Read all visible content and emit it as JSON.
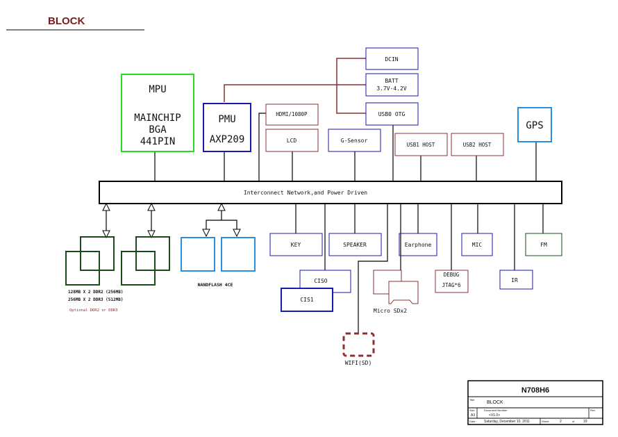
{
  "page_title": "BLOCK",
  "blocks": {
    "mpu": {
      "line1": "MPU",
      "line2": "MAINCHIP",
      "line3": "BGA",
      "line4": "441PIN"
    },
    "pmu": {
      "line1": "PMU",
      "line2": "AXP209"
    },
    "bus": "Interconnect Network,and Power Driven",
    "dcin": "DCIN",
    "batt": {
      "line1": "BATT",
      "line2": "3.7V-4.2V"
    },
    "usb0_otg": "USB0 OTG",
    "hdmi": "HDMI/1080P",
    "lcd": "LCD",
    "gsensor": "G-Sensor",
    "usb1_host": "USB1 HOST",
    "usb2_host": "USB2 HOST",
    "gps": "GPS",
    "key": "KEY",
    "speaker": "SPEAKER",
    "earphone": "Earphone",
    "mic": "MIC",
    "fm": "FM",
    "ciso": "CISO",
    "cis1": "CIS1",
    "debug": {
      "line1": "DEBUG",
      "line2": "JTAG*6"
    },
    "ir": "IR",
    "micro_sd": "Micro SDx2",
    "wifi": "WIFI(SD)",
    "nandflash": "NANDFLASH 4CE",
    "ddr": {
      "line1": "128MB X 2 DDR2 (256MB)",
      "line2": "256MB X 2 DDR3 (512MB)",
      "note": "Optional DDR2 or DDR3"
    }
  },
  "title_block": {
    "project": "N708H6",
    "title_label": "Title",
    "title_value": "BLOCK",
    "size_label": "Size",
    "size_value": "A3",
    "doc_label": "Document Number",
    "doc_value": "<V1.0>",
    "rev_label": "Rev",
    "date_label": "Date:",
    "date_value": "Saturday, December 10, 2011",
    "sheet_label": "Sheet",
    "sheet_value": "2",
    "of_label": "of",
    "of_value": "19"
  },
  "colors": {
    "green": "#22dd22",
    "navy": "#1a1aaa",
    "maroon": "#8a3030",
    "blue": "#2a8ee0",
    "darkgreen": "#1a4a1a",
    "title": "#7a1a1a"
  }
}
